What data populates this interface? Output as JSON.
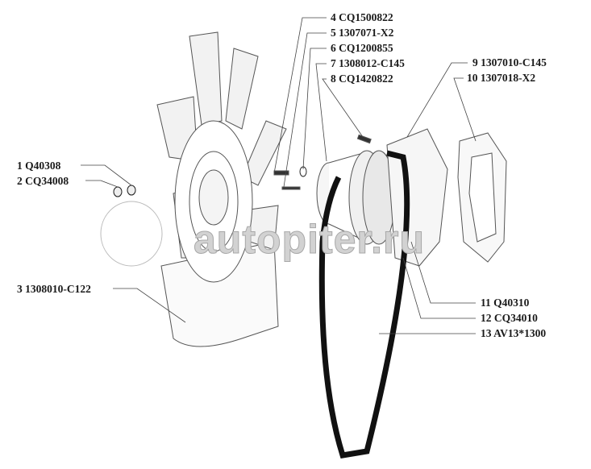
{
  "callouts": [
    {
      "num": "1",
      "part": "Q40308"
    },
    {
      "num": "2",
      "part": "CQ34008"
    },
    {
      "num": "3",
      "part": "1308010-C122"
    },
    {
      "num": "4",
      "part": "CQ1500822"
    },
    {
      "num": "5",
      "part": "1307071-X2"
    },
    {
      "num": "6",
      "part": "CQ1200855"
    },
    {
      "num": "7",
      "part": "1308012-C145"
    },
    {
      "num": "8",
      "part": "CQ1420822"
    },
    {
      "num": "9",
      "part": "1307010-C145"
    },
    {
      "num": "10",
      "part": "1307018-X2"
    },
    {
      "num": "11",
      "part": "Q40310"
    },
    {
      "num": "12",
      "part": "CQ34010"
    },
    {
      "num": "13",
      "part": "AV13*1300"
    }
  ],
  "watermark": "autopiter.ru"
}
